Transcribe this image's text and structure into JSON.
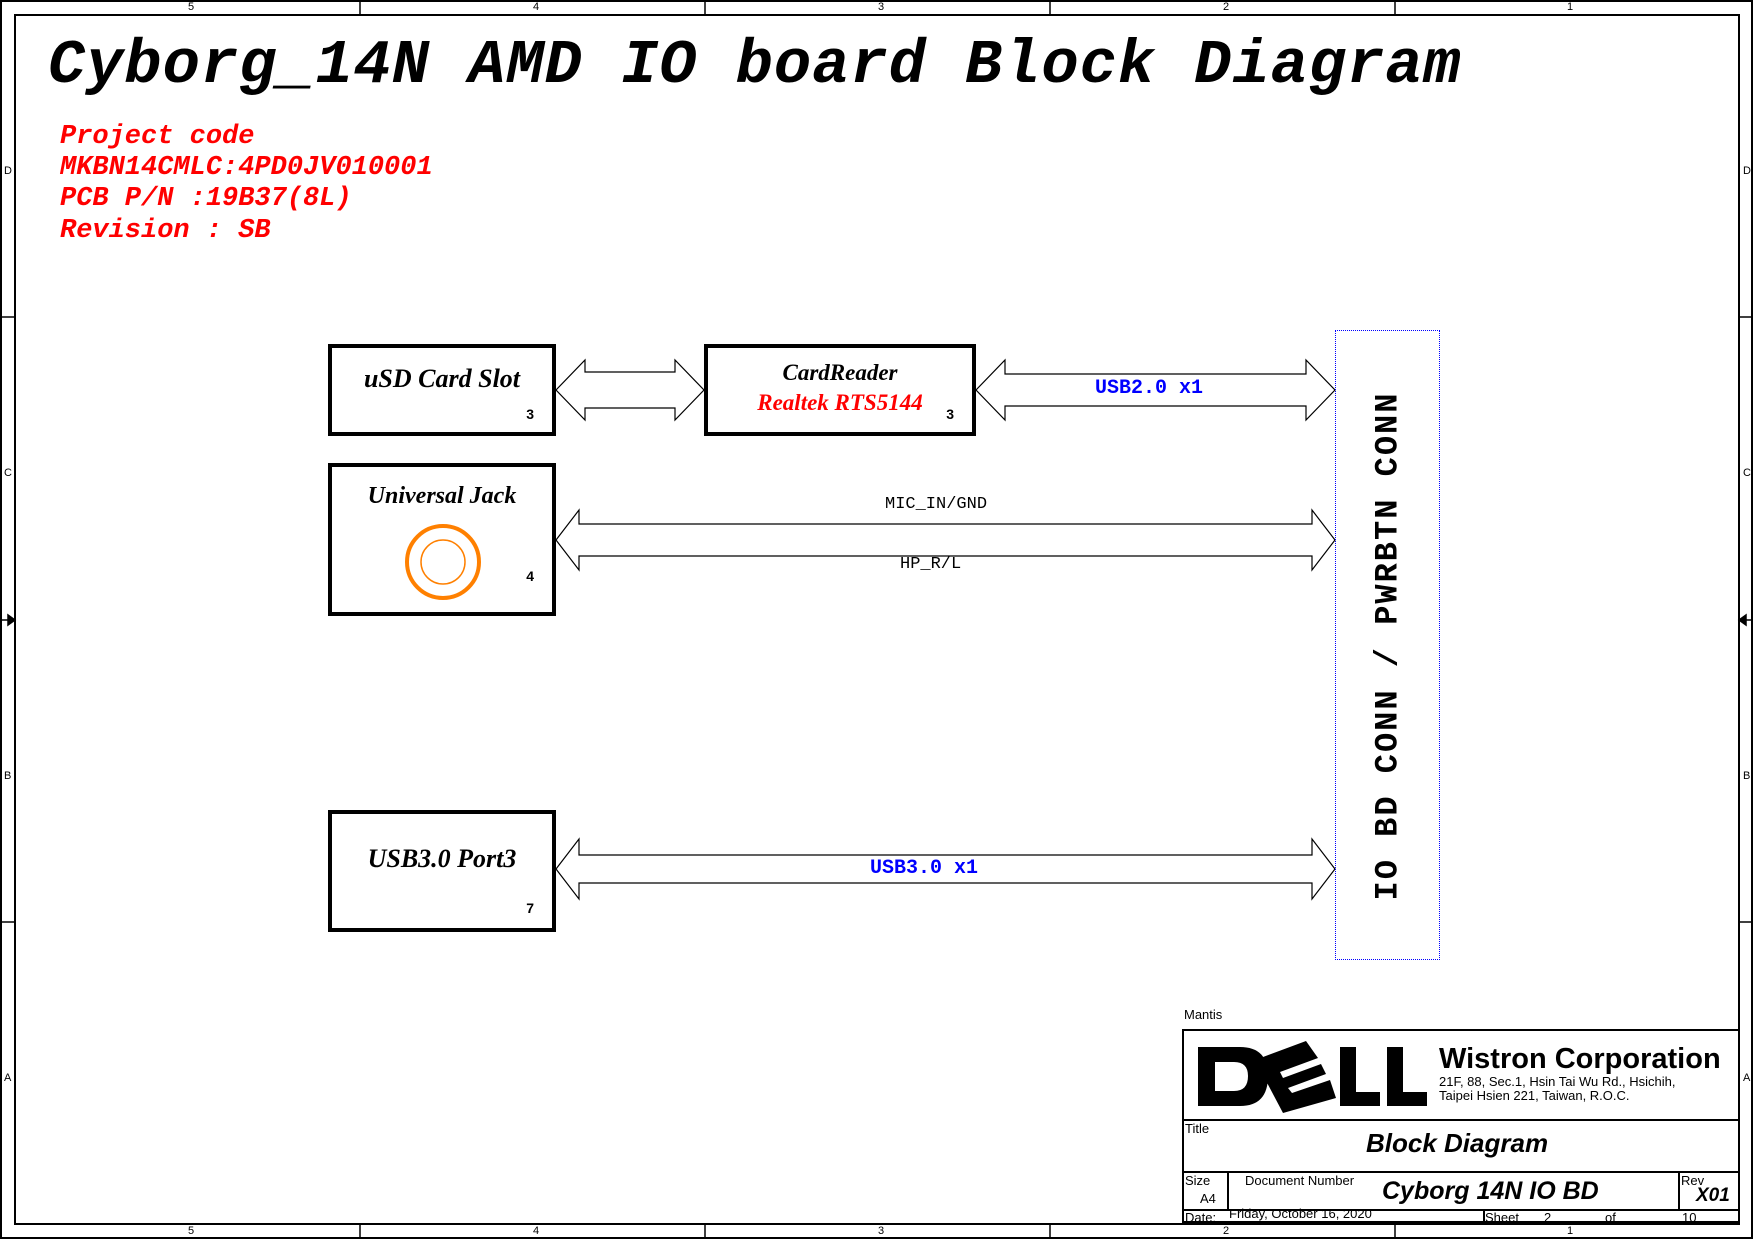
{
  "frame": {
    "columns_top": [
      "5",
      "4",
      "3",
      "2",
      "1"
    ],
    "columns_bottom": [
      "5",
      "4",
      "3",
      "2",
      "1"
    ],
    "rows_left": [
      "D",
      "C",
      "B",
      "A"
    ],
    "rows_right": [
      "D",
      "C",
      "B",
      "A"
    ]
  },
  "header": {
    "title": "Cyborg_14N AMD IO board Block Diagram",
    "project_code_label": "Project code",
    "project_code": "MKBN14CMLC:4PD0JV010001",
    "pcb_pn": "PCB P/N :19B37(8L)",
    "revision": "Revision : SB"
  },
  "blocks": {
    "usd_card_slot": {
      "title": "uSD Card Slot",
      "page": "3"
    },
    "card_reader": {
      "title": "CardReader",
      "subtitle": "Realtek RTS5144",
      "page": "3"
    },
    "universal_jack": {
      "title": "Universal Jack",
      "page": "4"
    },
    "usb3_port": {
      "title": "USB3.0 Port3",
      "page": "7"
    }
  },
  "buses": {
    "usb2": "USB2.0 x1",
    "mic": "MIC_IN/GND",
    "hp": "HP_R/L",
    "usb3": "USB3.0 x1"
  },
  "connector": {
    "label": "IO BD CONN / PWRBTN CONN"
  },
  "colors": {
    "meta_red": "#ff0000",
    "bus_blue": "#0000ff",
    "jack_orange": "#ff8000"
  },
  "title_block": {
    "tool": "Mantis",
    "logo": "DELL",
    "company": "Wistron Corporation",
    "address_line1": "21F, 88, Sec.1, Hsin Tai Wu Rd., Hsichih,",
    "address_line2": "Taipei Hsien 221, Taiwan, R.O.C.",
    "title_label": "Title",
    "title": "Block Diagram",
    "size_label": "Size",
    "size": "A4",
    "doc_number_label": "Document Number",
    "doc_number": "Cyborg 14N IO BD",
    "rev_label": "Rev",
    "rev": "X01",
    "date_label": "Date:",
    "date": "Friday, October 16, 2020",
    "sheet_label": "Sheet",
    "sheet": "2",
    "of_label": "of",
    "total_sheets": "10"
  }
}
